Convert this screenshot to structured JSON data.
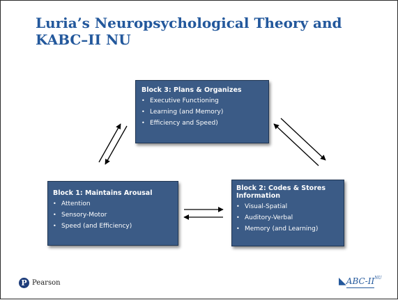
{
  "title": "Luria’s Neuropsychological Theory and KABC–II NU",
  "blocks": [
    {
      "heading": "Block 3: Plans & Organizes",
      "items": [
        "Executive Functioning",
        "Learning (and Memory)",
        "Efficiency and Speed)"
      ]
    },
    {
      "heading": "Block 1: Maintains Arousal",
      "items": [
        "Attention",
        "Sensory-Motor",
        "Speed (and Efficiency)"
      ]
    },
    {
      "heading": "Block 2: Codes & Stores Information",
      "items": [
        "Visual-Spatial",
        "Auditory-Verbal",
        "Memory (and Learning)"
      ]
    }
  ],
  "bullet": "•",
  "footer": {
    "publisher_icon": "P",
    "publisher": "Pearson",
    "logo_mark": "◣",
    "logo_text": "ABC-II",
    "logo_sup": "NU"
  },
  "colors": {
    "title": "#23589c",
    "block_fill": "#3b5b86",
    "block_text": "#ffffff"
  },
  "icons": [
    "pearson-logo-icon",
    "kabc-logo-icon",
    "arrow-icons"
  ]
}
